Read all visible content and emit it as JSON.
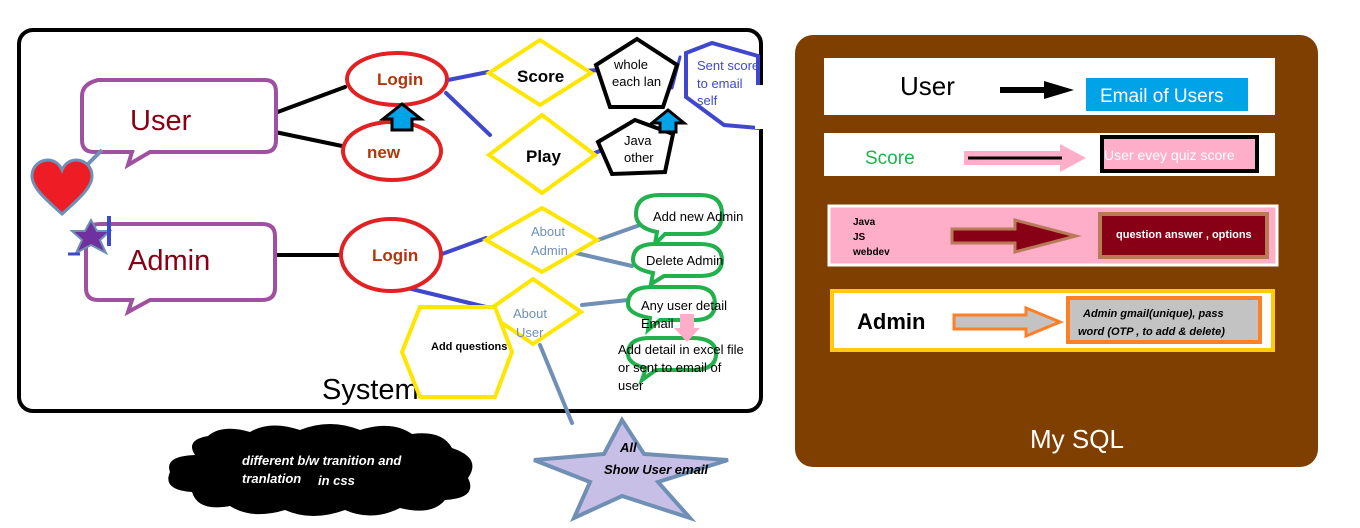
{
  "system": {
    "label": "System",
    "actors": {
      "user": "User",
      "admin": "Admin"
    },
    "user_flow": {
      "login": "Login",
      "new": "new",
      "score": "Score",
      "play": "Play",
      "whole_line1": "whole",
      "whole_line2": "each lan",
      "sent_line1": "Sent score",
      "sent_line2": "to email",
      "sent_line3": "self",
      "java_line1": "Java",
      "java_line2": "other"
    },
    "admin_flow": {
      "login": "Login",
      "about_admin_line1": "About",
      "about_admin_line2": "Admin",
      "about_user_line1": "About",
      "about_user_line2": "User",
      "add_new_admin": "Add new Admin",
      "delete_admin": "Delete Admin",
      "any_user_line1": "Any user detail",
      "any_user_line2": "Email",
      "excel_line1": "Add detail in excel file",
      "excel_line2": "or sent to email of",
      "excel_line3": "user",
      "add_questions": "Add questions"
    }
  },
  "notes": {
    "cloud_line1": "different b/w tranition and",
    "cloud_line2": "tranlation",
    "cloud_line3": "in css",
    "star_line1": "All",
    "star_line2": "Show User email"
  },
  "mysql": {
    "title": "My SQL",
    "rows": [
      {
        "left": "User",
        "right": "Email of Users"
      },
      {
        "left": "Score",
        "right": "User evey quiz score"
      },
      {
        "left_lines": [
          "Java",
          "JS",
          "webdev"
        ],
        "right": "question answer , options"
      },
      {
        "left": "Admin",
        "right_line1": "Admin gmail(unique), pass",
        "right_line2": "word (OTP , to add & delete)"
      }
    ]
  },
  "colors": {
    "mysql_brown": "#7f3f00",
    "login_red": "#e22222",
    "diamond_yellow": "#ffe600",
    "actor_purple": "#a050a0",
    "bubble_green": "#22b14c",
    "connector_blue": "#3f48cc",
    "email_cyan": "#00a2e8",
    "pink": "#ffaec9",
    "maroon": "#880015",
    "orange": "#ff7f27"
  }
}
